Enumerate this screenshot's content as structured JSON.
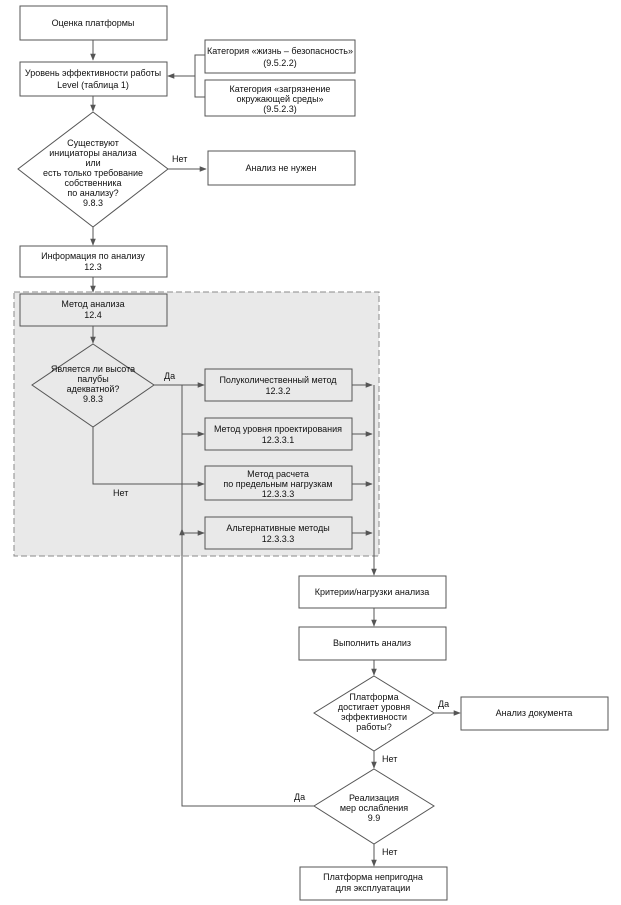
{
  "nodes": {
    "assess": "Оценка платформы",
    "level_1": "Уровень эффективности работы",
    "level_2": "Level (таблица 1)",
    "cat_life_1": "Категория «жизнь – безопасность»",
    "cat_life_2": "(9.5.2.2)",
    "cat_env_1": "Категория «загрязнение",
    "cat_env_2": "окружающей среды»",
    "cat_env_3": "(9.5.2.3)",
    "q_init_1": "Существуют",
    "q_init_2": "инициаторы анализа",
    "q_init_3": "или",
    "q_init_4": "есть только требование",
    "q_init_5": "собственника",
    "q_init_6": "по анализу?",
    "q_init_7": "9.8.3",
    "no_analysis": "Анализ не нужен",
    "info_1": "Информация по анализу",
    "info_2": "12.3",
    "method_1": "Метод анализа",
    "method_2": "12.4",
    "q_deck_1": "Является ли высота",
    "q_deck_2": "палубы",
    "q_deck_3": "адекватной?",
    "q_deck_4": "9.8.3",
    "semi_1": "Полуколичественный метод",
    "semi_2": "12.3.2",
    "design_1": "Метод уровня проектирования",
    "design_2": "12.3.3.1",
    "ultimate_1": "Метод расчета",
    "ultimate_2": "по предельным нагрузкам",
    "ultimate_3": "12.3.3.3",
    "alt_1": "Альтернативные методы",
    "alt_2": "12.3.3.3",
    "criteria": "Критерии/нагрузки анализа",
    "perform": "Выполнить анализ",
    "q_reach_1": "Платформа",
    "q_reach_2": "достигает уровня",
    "q_reach_3": "эффективности",
    "q_reach_4": "работы?",
    "doc": "Анализ документа",
    "q_mit_1": "Реализация",
    "q_mit_2": "мер ослабления",
    "q_mit_3": "9.9",
    "unfit_1": "Платформа непригодна",
    "unfit_2": "для эксплуатации"
  },
  "labels": {
    "no_1": "Нет",
    "yes_1": "Да",
    "no_2": "Нет",
    "yes_2": "Да",
    "no_3": "Нет",
    "yes_3": "Да",
    "no_4": "Нет"
  }
}
